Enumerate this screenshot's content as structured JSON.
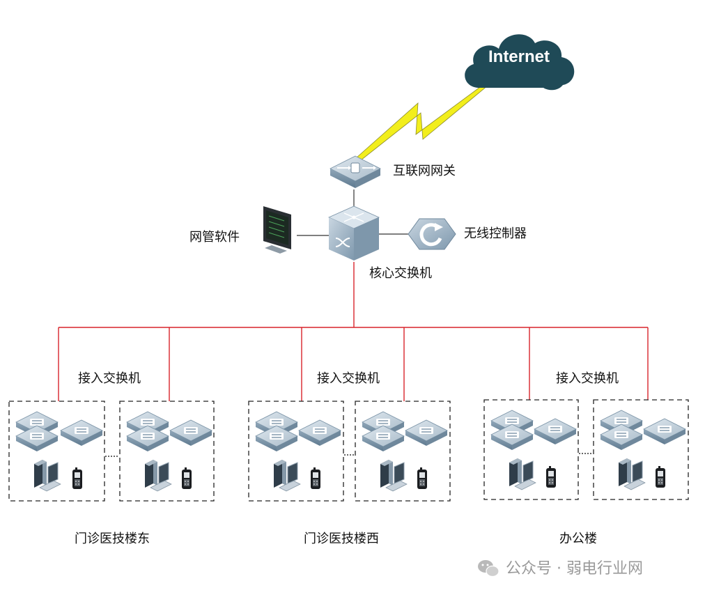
{
  "internet": {
    "label": "Internet"
  },
  "gateway": {
    "label": "互联网网关"
  },
  "core": {
    "label": "核心交换机"
  },
  "nms": {
    "label": "网管软件"
  },
  "wlc": {
    "label": "无线控制器"
  },
  "access": {
    "label": "接入交换机"
  },
  "buildings": [
    {
      "name": "门诊医技楼东"
    },
    {
      "name": "门诊医技楼西"
    },
    {
      "name": "办公楼"
    }
  ],
  "watermark": {
    "icon": "wechat-icon",
    "text": "公众号 · 弱电行业网"
  },
  "colors": {
    "link_red": "#d9232a",
    "cloud": "#1f4a57",
    "lightning": "#f2ee1c"
  }
}
